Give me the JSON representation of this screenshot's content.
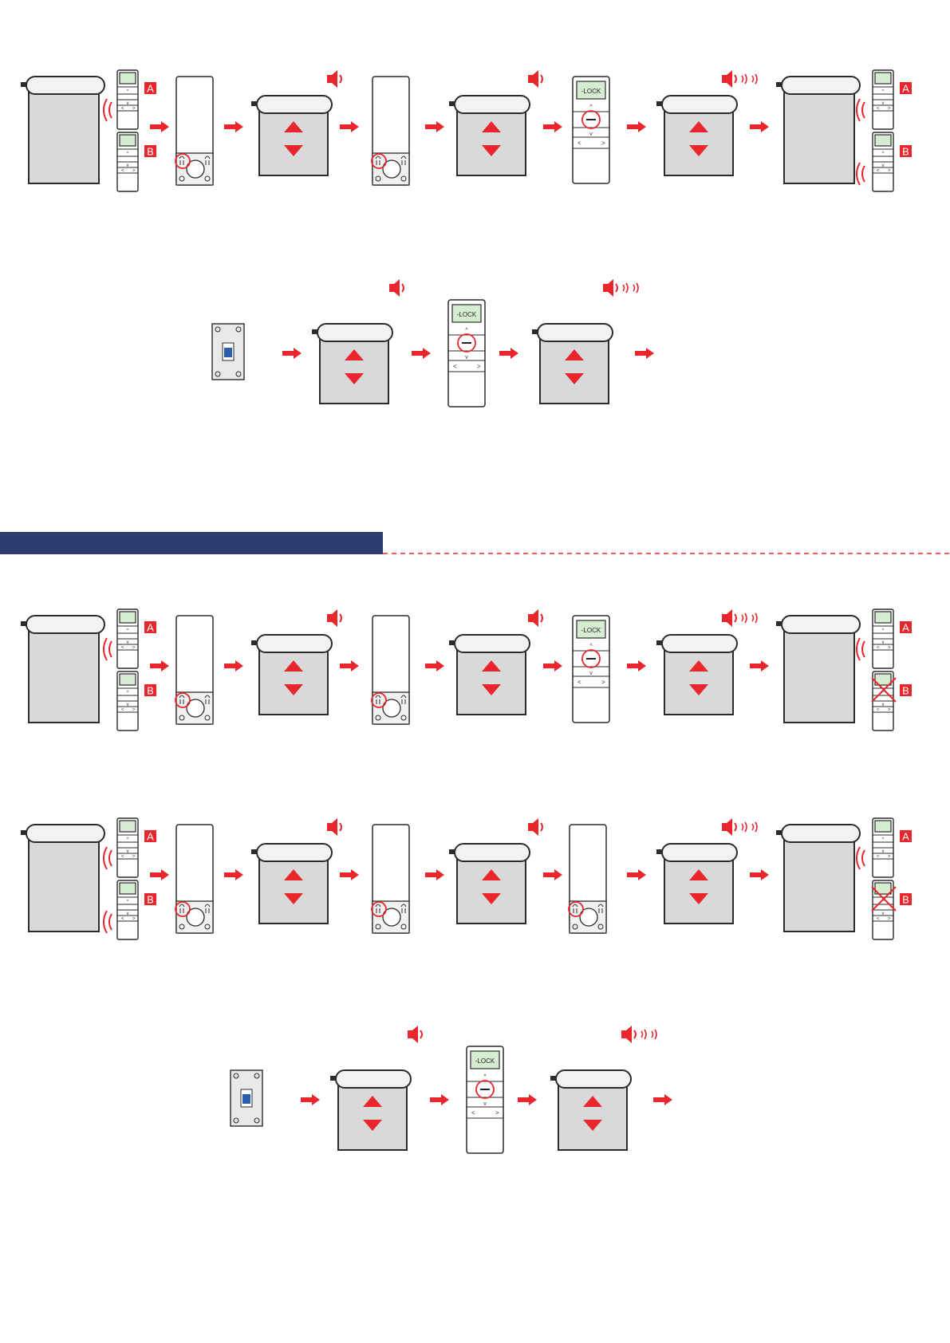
{
  "colors": {
    "accent": "#e8262c",
    "navy": "#2e3b6e",
    "blind": "#d9d9d9",
    "outline": "#2b2b2b",
    "screen": "#d7edd2",
    "switch": "#2a5db0"
  },
  "labels": {
    "remote_a": "A",
    "remote_b": "B"
  },
  "display_text": "-LOCK",
  "section_bar": {
    "label": ""
  },
  "icons": [
    "arrow-right-icon",
    "speaker-icon",
    "speaker-waves-icon",
    "radio-waves-icon",
    "cross-icon"
  ]
}
